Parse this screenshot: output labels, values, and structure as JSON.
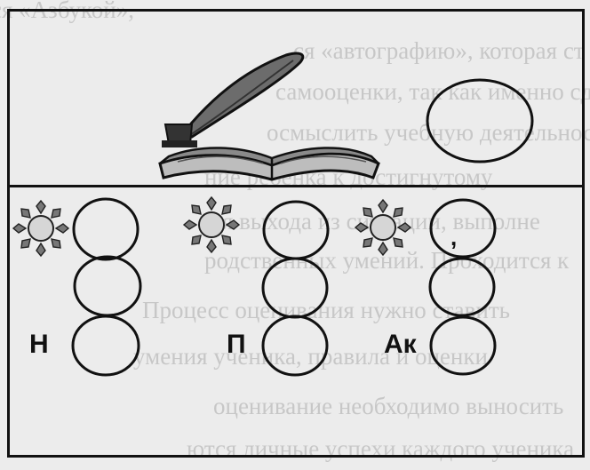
{
  "background_text": {
    "lines": [
      "ся «Азбукой»,",
      "ся «автографию», которая ст",
      "самооценки, так как именно сд",
      "осмыслить учебную деятельност",
      "ние ребенка к достигнутому",
      "я выхода из ситуации, выполне",
      "родственных умений. Проходится к",
      "Процесс оценивания нужно ставить",
      "умения ученика, правила и оценки",
      "оценивание необходимо выносить",
      "ются личные успехи каждого ученика"
    ]
  },
  "task": {
    "columns": [
      {
        "label": "Н"
      },
      {
        "label": "П"
      },
      {
        "label": "Ак",
        "mark": ","
      }
    ]
  },
  "colors": {
    "ink": "#111111",
    "paper": "#ececec"
  },
  "icons": [
    "quill-icon",
    "open-book-icon",
    "sun-icon"
  ]
}
